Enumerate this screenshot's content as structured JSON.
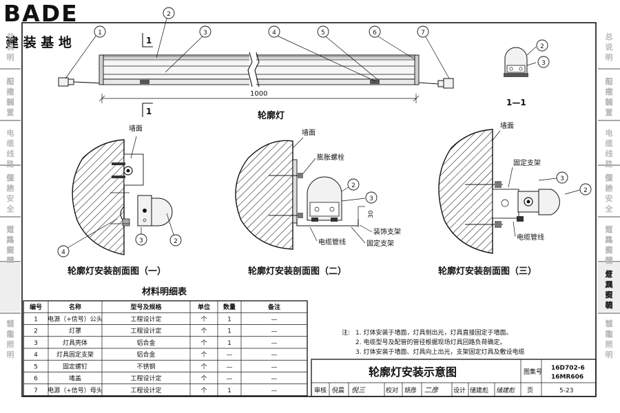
{
  "logo": {
    "brand": "BADE",
    "subtitle": "建 装 基 地"
  },
  "side_tabs": [
    {
      "label": "总说明",
      "active": false
    },
    {
      "label": "配电装置与控制",
      "active": false
    },
    {
      "label": "电缆线路",
      "active": false
    },
    {
      "label": "接地安全保护",
      "active": false
    },
    {
      "label": "道路照明灯具安装",
      "active": false
    },
    {
      "label": "景观照明灯具安装",
      "active": true
    },
    {
      "label": "城市照明节能",
      "active": false
    }
  ],
  "top_view": {
    "callouts": [
      "1",
      "2",
      "3",
      "4",
      "5",
      "6",
      "7"
    ],
    "section_mark": "1",
    "dimension": "1000",
    "caption": "轮廓灯"
  },
  "section_view": {
    "title": "1—1",
    "callouts": [
      "2",
      "3"
    ]
  },
  "section1": {
    "caption": "轮廓灯安装剖面图（一）",
    "wall_label": "墙面",
    "callouts": [
      "2",
      "3",
      "4"
    ]
  },
  "section2": {
    "caption": "轮廓灯安装剖面图（二）",
    "wall_label": "墙面",
    "bolt_label": "膨胀螺栓",
    "trim_label": "装饰支架",
    "conduit_label": "电缆管线",
    "bracket_label": "固定支架",
    "dim_30": "30",
    "callouts": [
      "2",
      "3"
    ]
  },
  "section3": {
    "caption": "轮廓灯安装剖面图（三）",
    "wall_label": "墙面",
    "bracket_label": "固定支架",
    "conduit_label": "电缆管线",
    "callouts": [
      "2",
      "3"
    ]
  },
  "materials": {
    "title": "材料明细表",
    "headers": [
      "编号",
      "名称",
      "型号及规格",
      "单位",
      "数量",
      "备注"
    ],
    "rows": [
      [
        "1",
        "电源（+信号）公头",
        "工程设计定",
        "个",
        "1",
        "—"
      ],
      [
        "2",
        "灯罩",
        "工程设计定",
        "个",
        "1",
        "—"
      ],
      [
        "3",
        "灯具壳体",
        "铝合金",
        "个",
        "1",
        "—"
      ],
      [
        "4",
        "灯具固定支架",
        "铝合金",
        "个",
        "—",
        "—"
      ],
      [
        "5",
        "固定螺钉",
        "不锈钢",
        "个",
        "—",
        "—"
      ],
      [
        "6",
        "堵盖",
        "工程设计定",
        "个",
        "—",
        "—"
      ],
      [
        "7",
        "电源（+信号）母头",
        "工程设计定",
        "个",
        "1",
        "—"
      ]
    ]
  },
  "notes": {
    "prefix": "注:",
    "items": [
      "1. 灯体安装于墙面，灯具侧出光，灯具直接固定于墙面。",
      "2. 电缆型号及配管的管径根据现场灯具回路负荷确定。",
      "3. 灯体安装于墙面、灯具向上出光，支架固定灯具及敷设电缆"
    ]
  },
  "title_block": {
    "drawing_title": "轮廓灯安装示意图",
    "atlas_label": "图集号",
    "atlas_numbers": [
      "16D702-6",
      "16MR606"
    ],
    "review_label": "审核",
    "reviewer": "倪晨",
    "check_label": "校对",
    "checker": "胡彦",
    "design_label": "设计",
    "designer": "储建彪",
    "page_label": "页",
    "page": "5-23",
    "sign_review": "倪三",
    "sign_check": "二彦",
    "sign_design": "储建彪"
  }
}
